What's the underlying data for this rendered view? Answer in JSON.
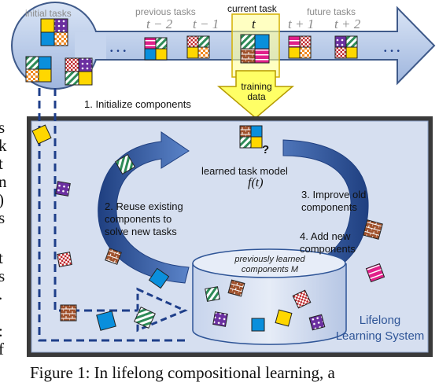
{
  "timeline": {
    "initial_tasks": "initial tasks",
    "previous_tasks": "previous tasks",
    "current_task": "current task",
    "future_tasks": "future tasks",
    "t_minus_2": "t − 2",
    "t_minus_1": "t − 1",
    "t": "t",
    "t_plus_1": "t + 1",
    "t_plus_2": "t + 2",
    "dots_left": "• • •",
    "dots_right": "• • •"
  },
  "training_data": "training\ndata",
  "steps": {
    "initialize": "1. Initialize components",
    "reuse": "2. Reuse existing\ncomponents to\nsolve new tasks",
    "improve": "3. Improve old\ncomponents",
    "add_new": "4. Add new\ncomponents"
  },
  "task_model": {
    "label": "learned task model",
    "formula": "f(t)",
    "question_mark": "?"
  },
  "components_db": {
    "label": "previously learned\ncomponents M"
  },
  "system_label": "Lifelong\nLearning System",
  "caption_fragment": "Figure 1: In lifelong compositional learning, a",
  "left_edge_fragments": [
    "s",
    "k",
    "t",
    "n",
    ")",
    "s",
    "t",
    "s",
    ".",
    ":",
    "f"
  ],
  "colors": {
    "timeline_arrow": "#b4c7e7",
    "timeline_stroke": "#3f5a8a",
    "training_arrow": "#ffff66",
    "system_bg": "#d6dff0",
    "system_border": "#7f7f7f",
    "cycle_arrow": "#2f5597",
    "dashed_path": "#1f3f8a",
    "system_text": "#2f5597"
  }
}
